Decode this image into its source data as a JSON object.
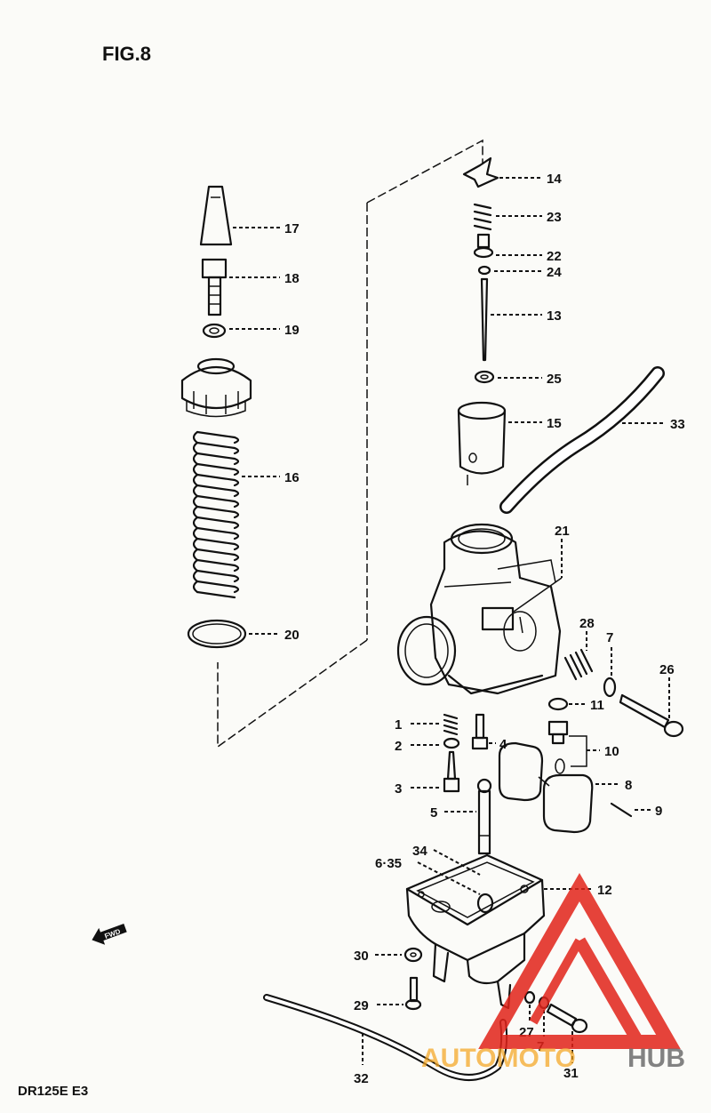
{
  "figure_title": "FIG.8",
  "model_code": "DR125E E3",
  "fwd_label": "FWD",
  "callouts": {
    "c14": "14",
    "c23": "23",
    "c22": "22",
    "c24": "24",
    "c13": "13",
    "c25": "25",
    "c15": "15",
    "c33": "33",
    "c17": "17",
    "c18": "18",
    "c19": "19",
    "c16": "16",
    "c20": "20",
    "c21": "21",
    "c28": "28",
    "c7a": "7",
    "c26": "26",
    "c11": "11",
    "c1": "1",
    "c2": "2",
    "c4": "4",
    "c10": "10",
    "c3": "3",
    "c8": "8",
    "c5": "5",
    "c9": "9",
    "c34": "34",
    "c635": "6·35",
    "c12": "12",
    "c30": "30",
    "c29": "29",
    "c27": "27",
    "c7b": "7",
    "c32": "32",
    "c31": "31"
  },
  "watermark": {
    "text_part1": "AUTOMOTO",
    "text_part2": "HUB",
    "color_primary": "#e2231a",
    "color_secondary": "#f5a623",
    "color_dark": "#555555"
  }
}
